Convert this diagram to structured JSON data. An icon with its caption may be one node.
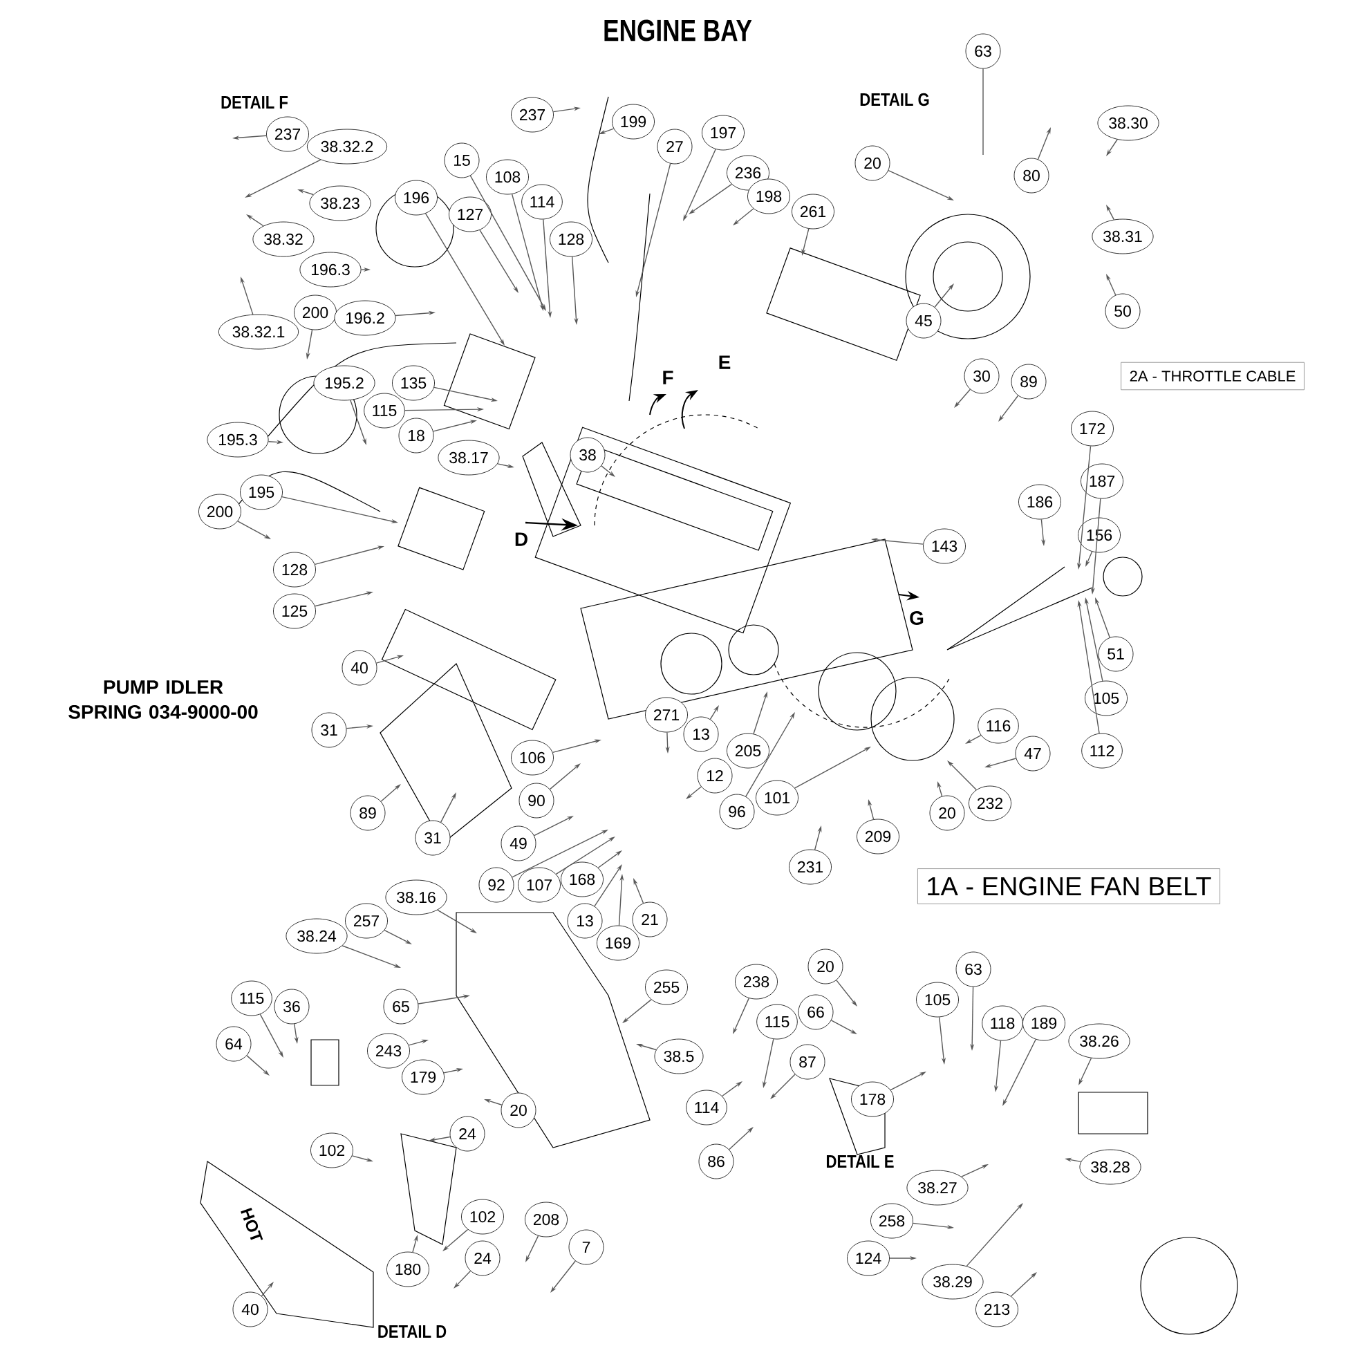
{
  "diagram": {
    "title": "ENGINE BAY",
    "nodes": [
      {
        "text": [
          "237"
        ]
      },
      {
        "text": [
          "38.32.2"
        ]
      },
      {
        "text": [
          "38.23"
        ]
      },
      {
        "text": [
          "38.32"
        ]
      },
      {
        "text": [
          "196.3"
        ]
      },
      {
        "text": [
          "38.32.1"
        ]
      },
      {
        "text": [
          "200"
        ]
      },
      {
        "text": [
          "196.2"
        ]
      },
      {
        "text": [
          "196"
        ]
      },
      {
        "text": [
          "15"
        ]
      },
      {
        "text": [
          "108"
        ]
      },
      {
        "text": [
          "114"
        ]
      },
      {
        "text": [
          "127"
        ]
      },
      {
        "text": [
          "128"
        ]
      },
      {
        "text": [
          "237"
        ]
      },
      {
        "text": [
          "199"
        ]
      },
      {
        "text": [
          "27"
        ]
      },
      {
        "text": [
          "197"
        ]
      },
      {
        "text": [
          "236"
        ]
      },
      {
        "text": [
          "198"
        ]
      },
      {
        "text": [
          "261"
        ]
      },
      {
        "text": [
          "20"
        ]
      },
      {
        "text": [
          "63"
        ]
      },
      {
        "text": [
          "80"
        ]
      },
      {
        "text": [
          "38.30"
        ]
      },
      {
        "text": [
          "38.31"
        ]
      },
      {
        "text": [
          "50"
        ]
      },
      {
        "text": [
          "45"
        ]
      },
      {
        "text": [
          "2A - THROTTLE CABLE"
        ]
      },
      {
        "text": [
          "30"
        ]
      },
      {
        "text": [
          "89"
        ]
      },
      {
        "text": [
          "172"
        ]
      },
      {
        "text": [
          "187"
        ]
      },
      {
        "text": [
          "186"
        ]
      },
      {
        "text": [
          "156"
        ]
      },
      {
        "text": [
          "51"
        ]
      },
      {
        "text": [
          "105"
        ]
      },
      {
        "text": [
          "112"
        ]
      },
      {
        "text": [
          "143"
        ]
      },
      {
        "text": [
          "195.2"
        ]
      },
      {
        "text": [
          "135"
        ]
      },
      {
        "text": [
          "115"
        ]
      },
      {
        "text": [
          "18"
        ]
      },
      {
        "text": [
          "195.3"
        ]
      },
      {
        "text": [
          "38.17"
        ]
      },
      {
        "text": [
          "38"
        ]
      },
      {
        "text": [
          "195"
        ]
      },
      {
        "text": [
          "200"
        ]
      },
      {
        "text": [
          "128"
        ]
      },
      {
        "text": [
          "125"
        ]
      },
      {
        "text": [
          "40"
        ]
      },
      {
        "text": [
          "31"
        ]
      },
      {
        "text": [
          "89"
        ]
      },
      {
        "text": [
          "31"
        ]
      },
      {
        "text": [
          "106"
        ]
      },
      {
        "text": [
          "90"
        ]
      },
      {
        "text": [
          "49"
        ]
      },
      {
        "text": [
          "92"
        ]
      },
      {
        "text": [
          "107"
        ]
      },
      {
        "text": [
          "168"
        ]
      },
      {
        "text": [
          "13"
        ]
      },
      {
        "text": [
          "169"
        ]
      },
      {
        "text": [
          "21"
        ]
      },
      {
        "text": [
          "271"
        ]
      },
      {
        "text": [
          "12"
        ]
      },
      {
        "text": [
          "13"
        ]
      },
      {
        "text": [
          "205"
        ]
      },
      {
        "text": [
          "96"
        ]
      },
      {
        "text": [
          "101"
        ]
      },
      {
        "text": [
          "231"
        ]
      },
      {
        "text": [
          "209"
        ]
      },
      {
        "text": [
          "20"
        ]
      },
      {
        "text": [
          "232"
        ]
      },
      {
        "text": [
          "116"
        ]
      },
      {
        "text": [
          "47"
        ]
      },
      {
        "text": [
          "1A - ENGINE FAN BELT"
        ]
      },
      {
        "text": [
          "38.16"
        ]
      },
      {
        "text": [
          "257"
        ]
      },
      {
        "text": [
          "38.24"
        ]
      },
      {
        "text": [
          "65"
        ]
      },
      {
        "text": [
          "243"
        ]
      },
      {
        "text": [
          "179"
        ]
      },
      {
        "text": [
          "20"
        ]
      },
      {
        "text": [
          "255"
        ]
      },
      {
        "text": [
          "38.5"
        ]
      },
      {
        "text": [
          "115"
        ]
      },
      {
        "text": [
          "36"
        ]
      },
      {
        "text": [
          "64"
        ]
      },
      {
        "text": [
          "102"
        ]
      },
      {
        "text": [
          "24"
        ]
      },
      {
        "text": [
          "102"
        ]
      },
      {
        "text": [
          "24"
        ]
      },
      {
        "text": [
          "180"
        ]
      },
      {
        "text": [
          "208"
        ]
      },
      {
        "text": [
          "7"
        ]
      },
      {
        "text": [
          "40"
        ]
      },
      {
        "text": [
          "238"
        ]
      },
      {
        "text": [
          "20"
        ]
      },
      {
        "text": [
          "115"
        ]
      },
      {
        "text": [
          "66"
        ]
      },
      {
        "text": [
          "87"
        ]
      },
      {
        "text": [
          "114"
        ]
      },
      {
        "text": [
          "86"
        ]
      },
      {
        "text": [
          "105"
        ]
      },
      {
        "text": [
          "63"
        ]
      },
      {
        "text": [
          "118"
        ]
      },
      {
        "text": [
          "189"
        ]
      },
      {
        "text": [
          "38.26"
        ]
      },
      {
        "text": [
          "178"
        ]
      },
      {
        "text": [
          "38.27"
        ]
      },
      {
        "text": [
          "38.28"
        ]
      },
      {
        "text": [
          "258"
        ]
      },
      {
        "text": [
          "124"
        ]
      },
      {
        "text": [
          "38.29"
        ]
      },
      {
        "text": [
          "213"
        ]
      }
    ],
    "edges": [
      {
        "from": 0,
        "to": null,
        "arrow": "to"
      },
      {
        "from": 1,
        "to": null,
        "arrow": "to"
      },
      {
        "from": 2,
        "to": null,
        "arrow": "to"
      },
      {
        "from": 3,
        "to": null,
        "arrow": "to"
      },
      {
        "from": 4,
        "to": null,
        "arrow": "to"
      },
      {
        "from": 5,
        "to": null,
        "arrow": "to"
      },
      {
        "from": 6,
        "to": null,
        "arrow": "to"
      },
      {
        "from": 7,
        "to": null,
        "arrow": "to"
      },
      {
        "from": 8,
        "to": null,
        "arrow": "to"
      },
      {
        "from": 9,
        "to": null,
        "arrow": "to"
      },
      {
        "from": 10,
        "to": null,
        "arrow": "to"
      },
      {
        "from": 11,
        "to": null,
        "arrow": "to"
      },
      {
        "from": 12,
        "to": null,
        "arrow": "to"
      },
      {
        "from": 13,
        "to": null,
        "arrow": "to"
      },
      {
        "from": 14,
        "to": null,
        "arrow": "to"
      },
      {
        "from": 15,
        "to": null,
        "arrow": "to"
      },
      {
        "from": 16,
        "to": null,
        "arrow": "to"
      },
      {
        "from": 17,
        "to": null,
        "arrow": "to"
      },
      {
        "from": 18,
        "to": null,
        "arrow": "to"
      },
      {
        "from": 19,
        "to": null,
        "arrow": "to"
      },
      {
        "from": 20,
        "to": null,
        "arrow": "to"
      },
      {
        "from": 21,
        "to": null,
        "arrow": "to"
      },
      {
        "from": 22,
        "to": null,
        "arrow": "none"
      },
      {
        "from": 23,
        "to": null,
        "arrow": "to"
      },
      {
        "from": 24,
        "to": null,
        "arrow": "to"
      },
      {
        "from": 25,
        "to": null,
        "arrow": "to"
      },
      {
        "from": 26,
        "to": null,
        "arrow": "to"
      },
      {
        "from": 27,
        "to": null,
        "arrow": "to"
      },
      {
        "from": 29,
        "to": null,
        "arrow": "to"
      },
      {
        "from": 30,
        "to": null,
        "arrow": "to"
      },
      {
        "from": 31,
        "to": null,
        "arrow": "to"
      },
      {
        "from": 32,
        "to": null,
        "arrow": "to"
      },
      {
        "from": 33,
        "to": null,
        "arrow": "to"
      },
      {
        "from": 34,
        "to": null,
        "arrow": "to"
      },
      {
        "from": 35,
        "to": null,
        "arrow": "to"
      },
      {
        "from": 36,
        "to": null,
        "arrow": "to"
      },
      {
        "from": 37,
        "to": null,
        "arrow": "to"
      },
      {
        "from": 38,
        "to": null,
        "arrow": "to"
      },
      {
        "from": 39,
        "to": null,
        "arrow": "to"
      },
      {
        "from": 40,
        "to": null,
        "arrow": "to"
      },
      {
        "from": 41,
        "to": null,
        "arrow": "to"
      },
      {
        "from": 42,
        "to": null,
        "arrow": "to"
      },
      {
        "from": 43,
        "to": null,
        "arrow": "to"
      },
      {
        "from": 44,
        "to": null,
        "arrow": "to"
      },
      {
        "from": 45,
        "to": null,
        "arrow": "to"
      },
      {
        "from": 46,
        "to": null,
        "arrow": "to"
      },
      {
        "from": 47,
        "to": null,
        "arrow": "to"
      },
      {
        "from": 48,
        "to": null,
        "arrow": "to"
      },
      {
        "from": 49,
        "to": null,
        "arrow": "to"
      },
      {
        "from": 50,
        "to": null,
        "arrow": "to"
      },
      {
        "from": 51,
        "to": null,
        "arrow": "to"
      },
      {
        "from": 52,
        "to": null,
        "arrow": "to"
      },
      {
        "from": 53,
        "to": null,
        "arrow": "to"
      },
      {
        "from": 54,
        "to": null,
        "arrow": "to"
      },
      {
        "from": 55,
        "to": null,
        "arrow": "to"
      },
      {
        "from": 56,
        "to": null,
        "arrow": "to"
      },
      {
        "from": 57,
        "to": null,
        "arrow": "to"
      },
      {
        "from": 58,
        "to": null,
        "arrow": "to"
      },
      {
        "from": 59,
        "to": null,
        "arrow": "to"
      },
      {
        "from": 60,
        "to": null,
        "arrow": "to"
      },
      {
        "from": 61,
        "to": null,
        "arrow": "to"
      },
      {
        "from": 62,
        "to": null,
        "arrow": "to"
      },
      {
        "from": 63,
        "to": null,
        "arrow": "to"
      },
      {
        "from": 64,
        "to": null,
        "arrow": "to"
      },
      {
        "from": 65,
        "to": null,
        "arrow": "to"
      },
      {
        "from": 66,
        "to": null,
        "arrow": "to"
      },
      {
        "from": 67,
        "to": null,
        "arrow": "to"
      },
      {
        "from": 68,
        "to": null,
        "arrow": "to"
      },
      {
        "from": 69,
        "to": null,
        "arrow": "to"
      },
      {
        "from": 70,
        "to": null,
        "arrow": "to"
      },
      {
        "from": 71,
        "to": null,
        "arrow": "to"
      },
      {
        "from": 72,
        "to": null,
        "arrow": "to"
      },
      {
        "from": 73,
        "to": null,
        "arrow": "to"
      },
      {
        "from": 74,
        "to": null,
        "arrow": "to"
      },
      {
        "from": 76,
        "to": null,
        "arrow": "to"
      },
      {
        "from": 77,
        "to": null,
        "arrow": "to"
      },
      {
        "from": 78,
        "to": null,
        "arrow": "to"
      },
      {
        "from": 79,
        "to": null,
        "arrow": "to"
      },
      {
        "from": 80,
        "to": null,
        "arrow": "to"
      },
      {
        "from": 81,
        "to": null,
        "arrow": "to"
      },
      {
        "from": 82,
        "to": null,
        "arrow": "to"
      },
      {
        "from": 83,
        "to": null,
        "arrow": "to"
      },
      {
        "from": 84,
        "to": null,
        "arrow": "to"
      },
      {
        "from": 85,
        "to": null,
        "arrow": "to"
      },
      {
        "from": 86,
        "to": null,
        "arrow": "to"
      },
      {
        "from": 87,
        "to": null,
        "arrow": "to"
      },
      {
        "from": 88,
        "to": null,
        "arrow": "to"
      },
      {
        "from": 89,
        "to": null,
        "arrow": "to"
      },
      {
        "from": 90,
        "to": null,
        "arrow": "to"
      },
      {
        "from": 91,
        "to": null,
        "arrow": "to"
      },
      {
        "from": 92,
        "to": null,
        "arrow": "to"
      },
      {
        "from": 93,
        "to": null,
        "arrow": "to"
      },
      {
        "from": 94,
        "to": null,
        "arrow": "to"
      },
      {
        "from": 95,
        "to": null,
        "arrow": "to"
      },
      {
        "from": 96,
        "to": null,
        "arrow": "to"
      },
      {
        "from": 97,
        "to": null,
        "arrow": "to"
      },
      {
        "from": 98,
        "to": null,
        "arrow": "to"
      },
      {
        "from": 99,
        "to": null,
        "arrow": "to"
      },
      {
        "from": 100,
        "to": null,
        "arrow": "to"
      },
      {
        "from": 101,
        "to": null,
        "arrow": "to"
      },
      {
        "from": 102,
        "to": null,
        "arrow": "to"
      },
      {
        "from": 103,
        "to": null,
        "arrow": "to"
      },
      {
        "from": 104,
        "to": null,
        "arrow": "to"
      },
      {
        "from": 105,
        "to": null,
        "arrow": "to"
      },
      {
        "from": 106,
        "to": null,
        "arrow": "to"
      },
      {
        "from": 107,
        "to": null,
        "arrow": "to"
      },
      {
        "from": 108,
        "to": null,
        "arrow": "to"
      },
      {
        "from": 109,
        "to": null,
        "arrow": "to"
      },
      {
        "from": 110,
        "to": null,
        "arrow": "to"
      },
      {
        "from": 111,
        "to": null,
        "arrow": "to"
      },
      {
        "from": 112,
        "to": null,
        "arrow": "to"
      },
      {
        "from": 113,
        "to": null,
        "arrow": "to"
      },
      {
        "from": 114,
        "to": null,
        "arrow": "to"
      }
    ],
    "labels": [
      "DETAIL F",
      "DETAIL G",
      "F",
      "E",
      "PUMP IDLER SPRING 034-9000-00",
      "D",
      "G",
      "DETAIL E",
      "HOT",
      "DETAIL D"
    ]
  }
}
